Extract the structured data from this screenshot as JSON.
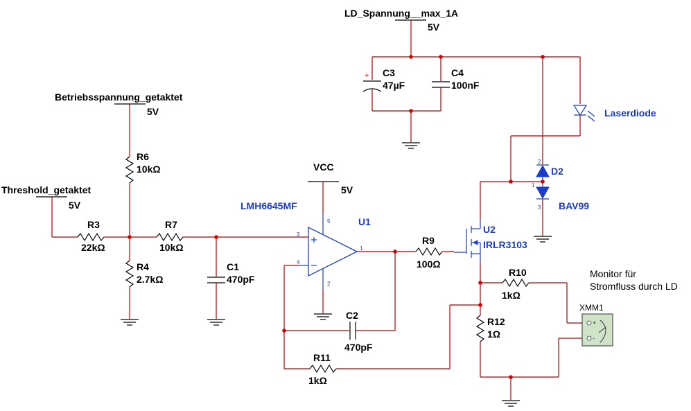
{
  "labels": {
    "ld_supply": "LD_Spannung__max_1A",
    "ld_supply_v": "5V",
    "betrieb": "Betriebsspannung_getaktet",
    "betrieb_v": "5V",
    "threshold": "Threshold_getaktet",
    "threshold_v": "5V",
    "vcc": "VCC",
    "vcc_v": "5V",
    "monitor_1": "Monitor für",
    "monitor_2": "Stromfluss durch LD"
  },
  "components": {
    "c3_name": "C3",
    "c3_value": "47µF",
    "c4_name": "C4",
    "c4_value": "100nF",
    "r6_name": "R6",
    "r6_value": "10kΩ",
    "r3_name": "R3",
    "r3_value": "22kΩ",
    "r7_name": "R7",
    "r7_value": "10kΩ",
    "r4_name": "R4",
    "r4_value": "2.7kΩ",
    "c1_name": "C1",
    "c1_value": "470pF",
    "opamp_part": "LMH6645MF",
    "opamp_ref": "U1",
    "r9_name": "R9",
    "r9_value": "100Ω",
    "c2_name": "C2",
    "c2_value": "470pF",
    "r11_name": "R11",
    "r11_value": "1kΩ",
    "mosfet_ref": "U2",
    "mosfet_part": "IRLR3103",
    "d2_name": "D2",
    "d2_part": "BAV99",
    "laser": "Laserdiode",
    "r10_name": "R10",
    "r10_value": "1kΩ",
    "r12_name": "R12",
    "r12_value": "1Ω",
    "xmm": "XMM1"
  },
  "pins": {
    "op3": "3",
    "op4": "4",
    "op5": "5",
    "op2": "2",
    "op1": "1",
    "d2_2": "2",
    "d2_1": "1",
    "d2_3": "3",
    "xmm_plus": "+",
    "xmm_minus": "-"
  },
  "colors": {
    "wire": "#b30000",
    "part_blue": "#1a3cc8",
    "junction": "#d40000",
    "meter_bg": "#cfe3c8"
  }
}
